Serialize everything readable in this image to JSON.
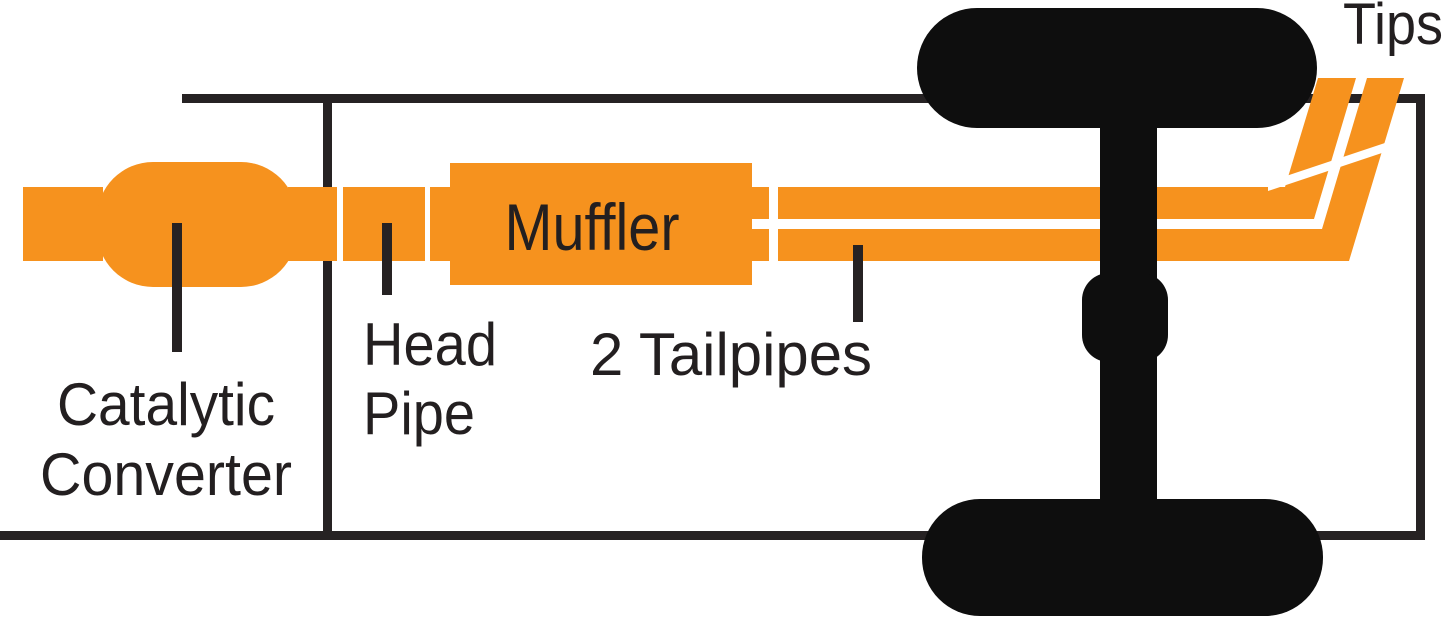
{
  "diagram": {
    "labels": {
      "muffler": "Muffler",
      "catalytic_line1": "Catalytic",
      "catalytic_line2": "Converter",
      "head_pipe_line1": "Head",
      "head_pipe_line2": "Pipe",
      "tailpipes": "2 Tailpipes",
      "tips": "Tips"
    },
    "colors": {
      "pipe_orange": "#F6921E",
      "chassis_black": "#0E0E0E",
      "frame_line": "#262223",
      "text_black": "#231F20",
      "background": "#FFFFFF"
    }
  }
}
